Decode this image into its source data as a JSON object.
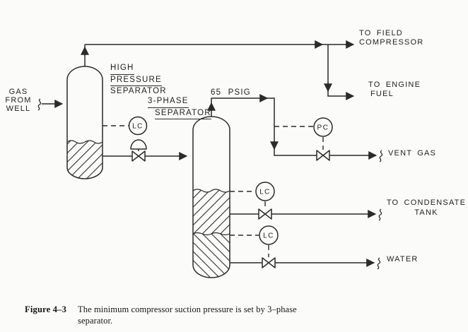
{
  "labels": {
    "gas_from_well": {
      "l1": "GAS",
      "l2": "FROM",
      "l3": "WELL"
    },
    "hp_separator": {
      "l1": "HIGH",
      "l2": "PRESSURE",
      "l3": "SEPARATOR"
    },
    "three_phase_separator": {
      "l1": "3-PHASE",
      "l2": "SEPARATOR"
    },
    "pressure": "65 PSIG",
    "field_compressor": {
      "l1": "TO FIELD",
      "l2": "COMPRESSOR"
    },
    "engine_fuel": {
      "l1": "TO ENGINE",
      "l2": "FUEL"
    },
    "vent_gas": "VENT GAS",
    "condensate": {
      "l1": "TO CONDENSATE",
      "l2": "TANK"
    },
    "water": "WATER"
  },
  "instruments": {
    "hp_level_controller": "LC",
    "pressure_controller": "PC",
    "condensate_level_controller": "LC",
    "water_level_controller": "LC"
  },
  "caption": {
    "figure_label": "Figure 4–3",
    "line1": "The minimum compressor suction pressure is set by 3–phase",
    "line2": "separator."
  },
  "colors": {
    "line": "#2b2b2b",
    "background": "#fbfbf9"
  }
}
